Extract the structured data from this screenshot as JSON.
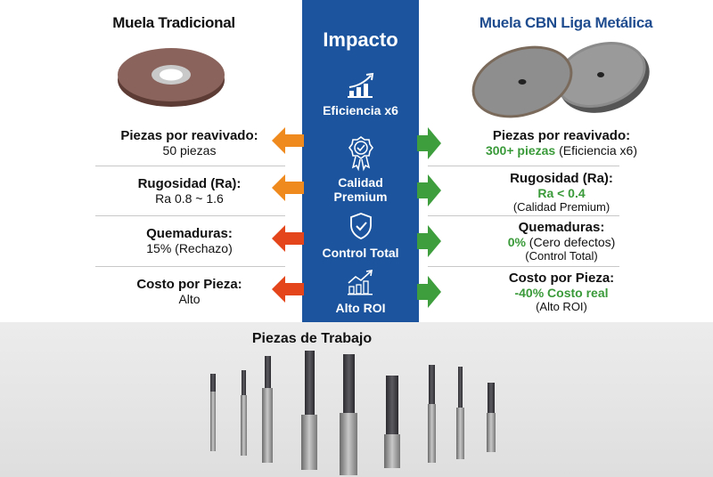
{
  "left_column": {
    "title": "Muela Tradicional",
    "rows": [
      {
        "head": "Piezas por reavivado:",
        "value": "50 piezas"
      },
      {
        "head": "Rugosidad (Ra):",
        "value": "Ra 0.8 ~ 1.6"
      },
      {
        "head": "Quemaduras:",
        "value": "15% (Rechazo)"
      },
      {
        "head": "Costo por Pieza:",
        "value": "Alto"
      }
    ]
  },
  "center_panel": {
    "title": "Impacto",
    "items": [
      {
        "icon": "growth-chart-icon",
        "label": "Eficiencia x6"
      },
      {
        "icon": "quality-badge-icon",
        "label_line1": "Calidad",
        "label_line2": "Premium"
      },
      {
        "icon": "shield-check-icon",
        "label": "Control Total"
      },
      {
        "icon": "roi-chart-icon",
        "label": "Alto ROI"
      }
    ],
    "color": "#1c559d"
  },
  "right_column": {
    "title": "Muela CBN Liga Metálica",
    "rows": [
      {
        "head": "Piezas por reavivado:",
        "highlight": "300+ piezas",
        "note": " (Eficiencia x6)"
      },
      {
        "head": "Rugosidad (Ra):",
        "highlight": "Ra < 0.4",
        "note": "(Calidad Premium)"
      },
      {
        "head": "Quemaduras:",
        "highlight": "0%",
        "note_inline": " (Cero defectos)",
        "note": "(Control Total)"
      },
      {
        "head": "Costo por Pieza:",
        "highlight": "-40% Costo real",
        "note": "(Alto ROI)"
      }
    ]
  },
  "arrows": {
    "left_colors": [
      "#ef8a1e",
      "#ef8a1e",
      "#e4451b",
      "#e4451b"
    ],
    "right_color": "#3e9e3e"
  },
  "workpieces": {
    "title": "Piezas de Trabajo"
  }
}
